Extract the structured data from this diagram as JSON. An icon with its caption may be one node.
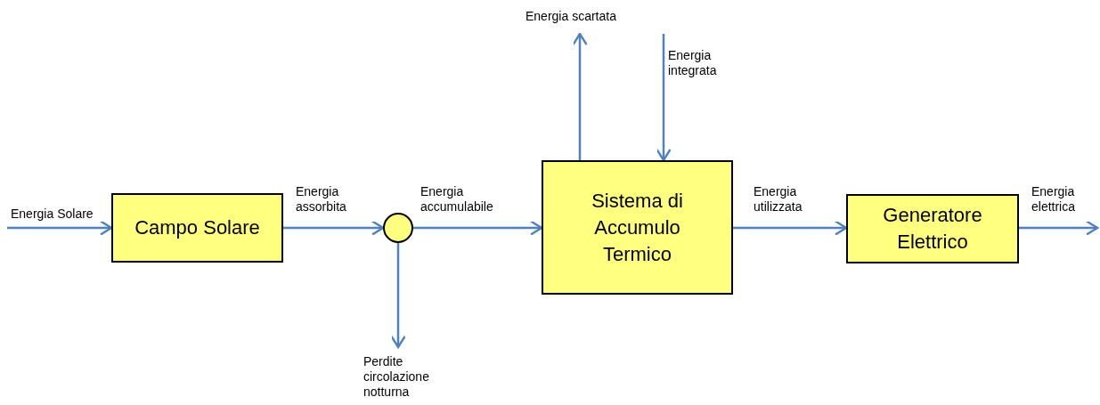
{
  "diagram": {
    "nodes": [
      {
        "text": [
          "Campo Solare"
        ]
      },
      {
        "text": [],
        "shape": "circle"
      },
      {
        "text": [
          "Sistema di Accumulo Termico"
        ]
      },
      {
        "text": [
          "Generatore Elettrico"
        ]
      }
    ],
    "edges": [
      {
        "from": null,
        "to": 0,
        "arrow": "to",
        "label": "Energia Solare"
      },
      {
        "from": 0,
        "to": 1,
        "arrow": "to",
        "label": "Energia assorbita"
      },
      {
        "from": 1,
        "to": 2,
        "arrow": "to",
        "label": "Energia accumulabile"
      },
      {
        "from": 1,
        "to": null,
        "arrow": "to",
        "label": "Perdite circolazione notturna"
      },
      {
        "from": 2,
        "to": null,
        "arrow": "to",
        "label": "Energia scartata"
      },
      {
        "from": null,
        "to": 2,
        "arrow": "to",
        "label": "Energia integrata"
      },
      {
        "from": 2,
        "to": 3,
        "arrow": "to",
        "label": "Energia utilizzata"
      },
      {
        "from": 3,
        "to": null,
        "arrow": "to",
        "label": "Energia elettrica"
      }
    ]
  }
}
